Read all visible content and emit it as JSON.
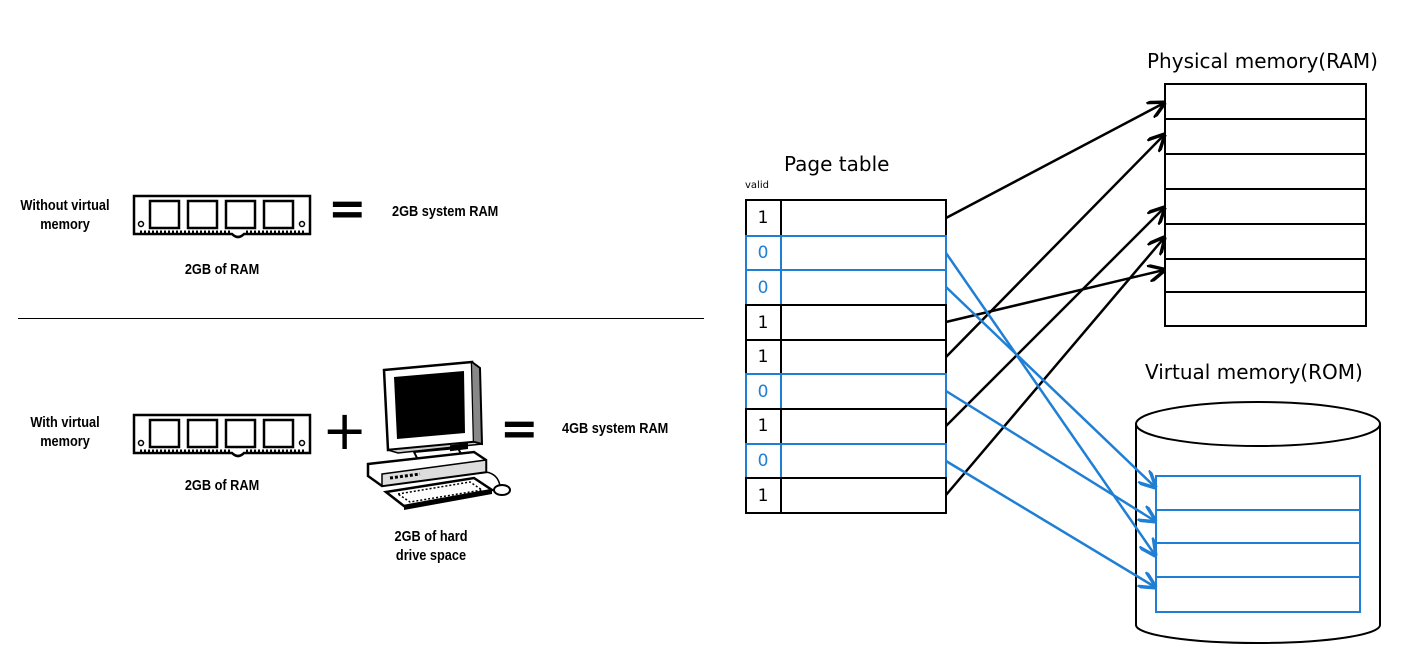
{
  "left": {
    "row1": {
      "label_line1": "Without virtual",
      "label_line2": "memory",
      "ram_caption": "2GB of RAM",
      "equals": "=",
      "result": "2GB system RAM"
    },
    "row2": {
      "label_line1": "With virtual",
      "label_line2": "memory",
      "ram_caption": "2GB of RAM",
      "plus": "+",
      "pc_caption_line1": "2GB of hard",
      "pc_caption_line2": "drive space",
      "equals": "=",
      "result": "4GB system RAM"
    }
  },
  "right": {
    "page_table_title": "Page table",
    "valid_header": "valid",
    "valid_bits": [
      "1",
      "0",
      "0",
      "1",
      "1",
      "0",
      "1",
      "0",
      "1"
    ],
    "physical_title": "Physical memory(RAM)",
    "virtual_title": "Virtual memory(ROM)",
    "colors": {
      "mapped": "#000000",
      "swapped": "#1f7fd4"
    }
  }
}
